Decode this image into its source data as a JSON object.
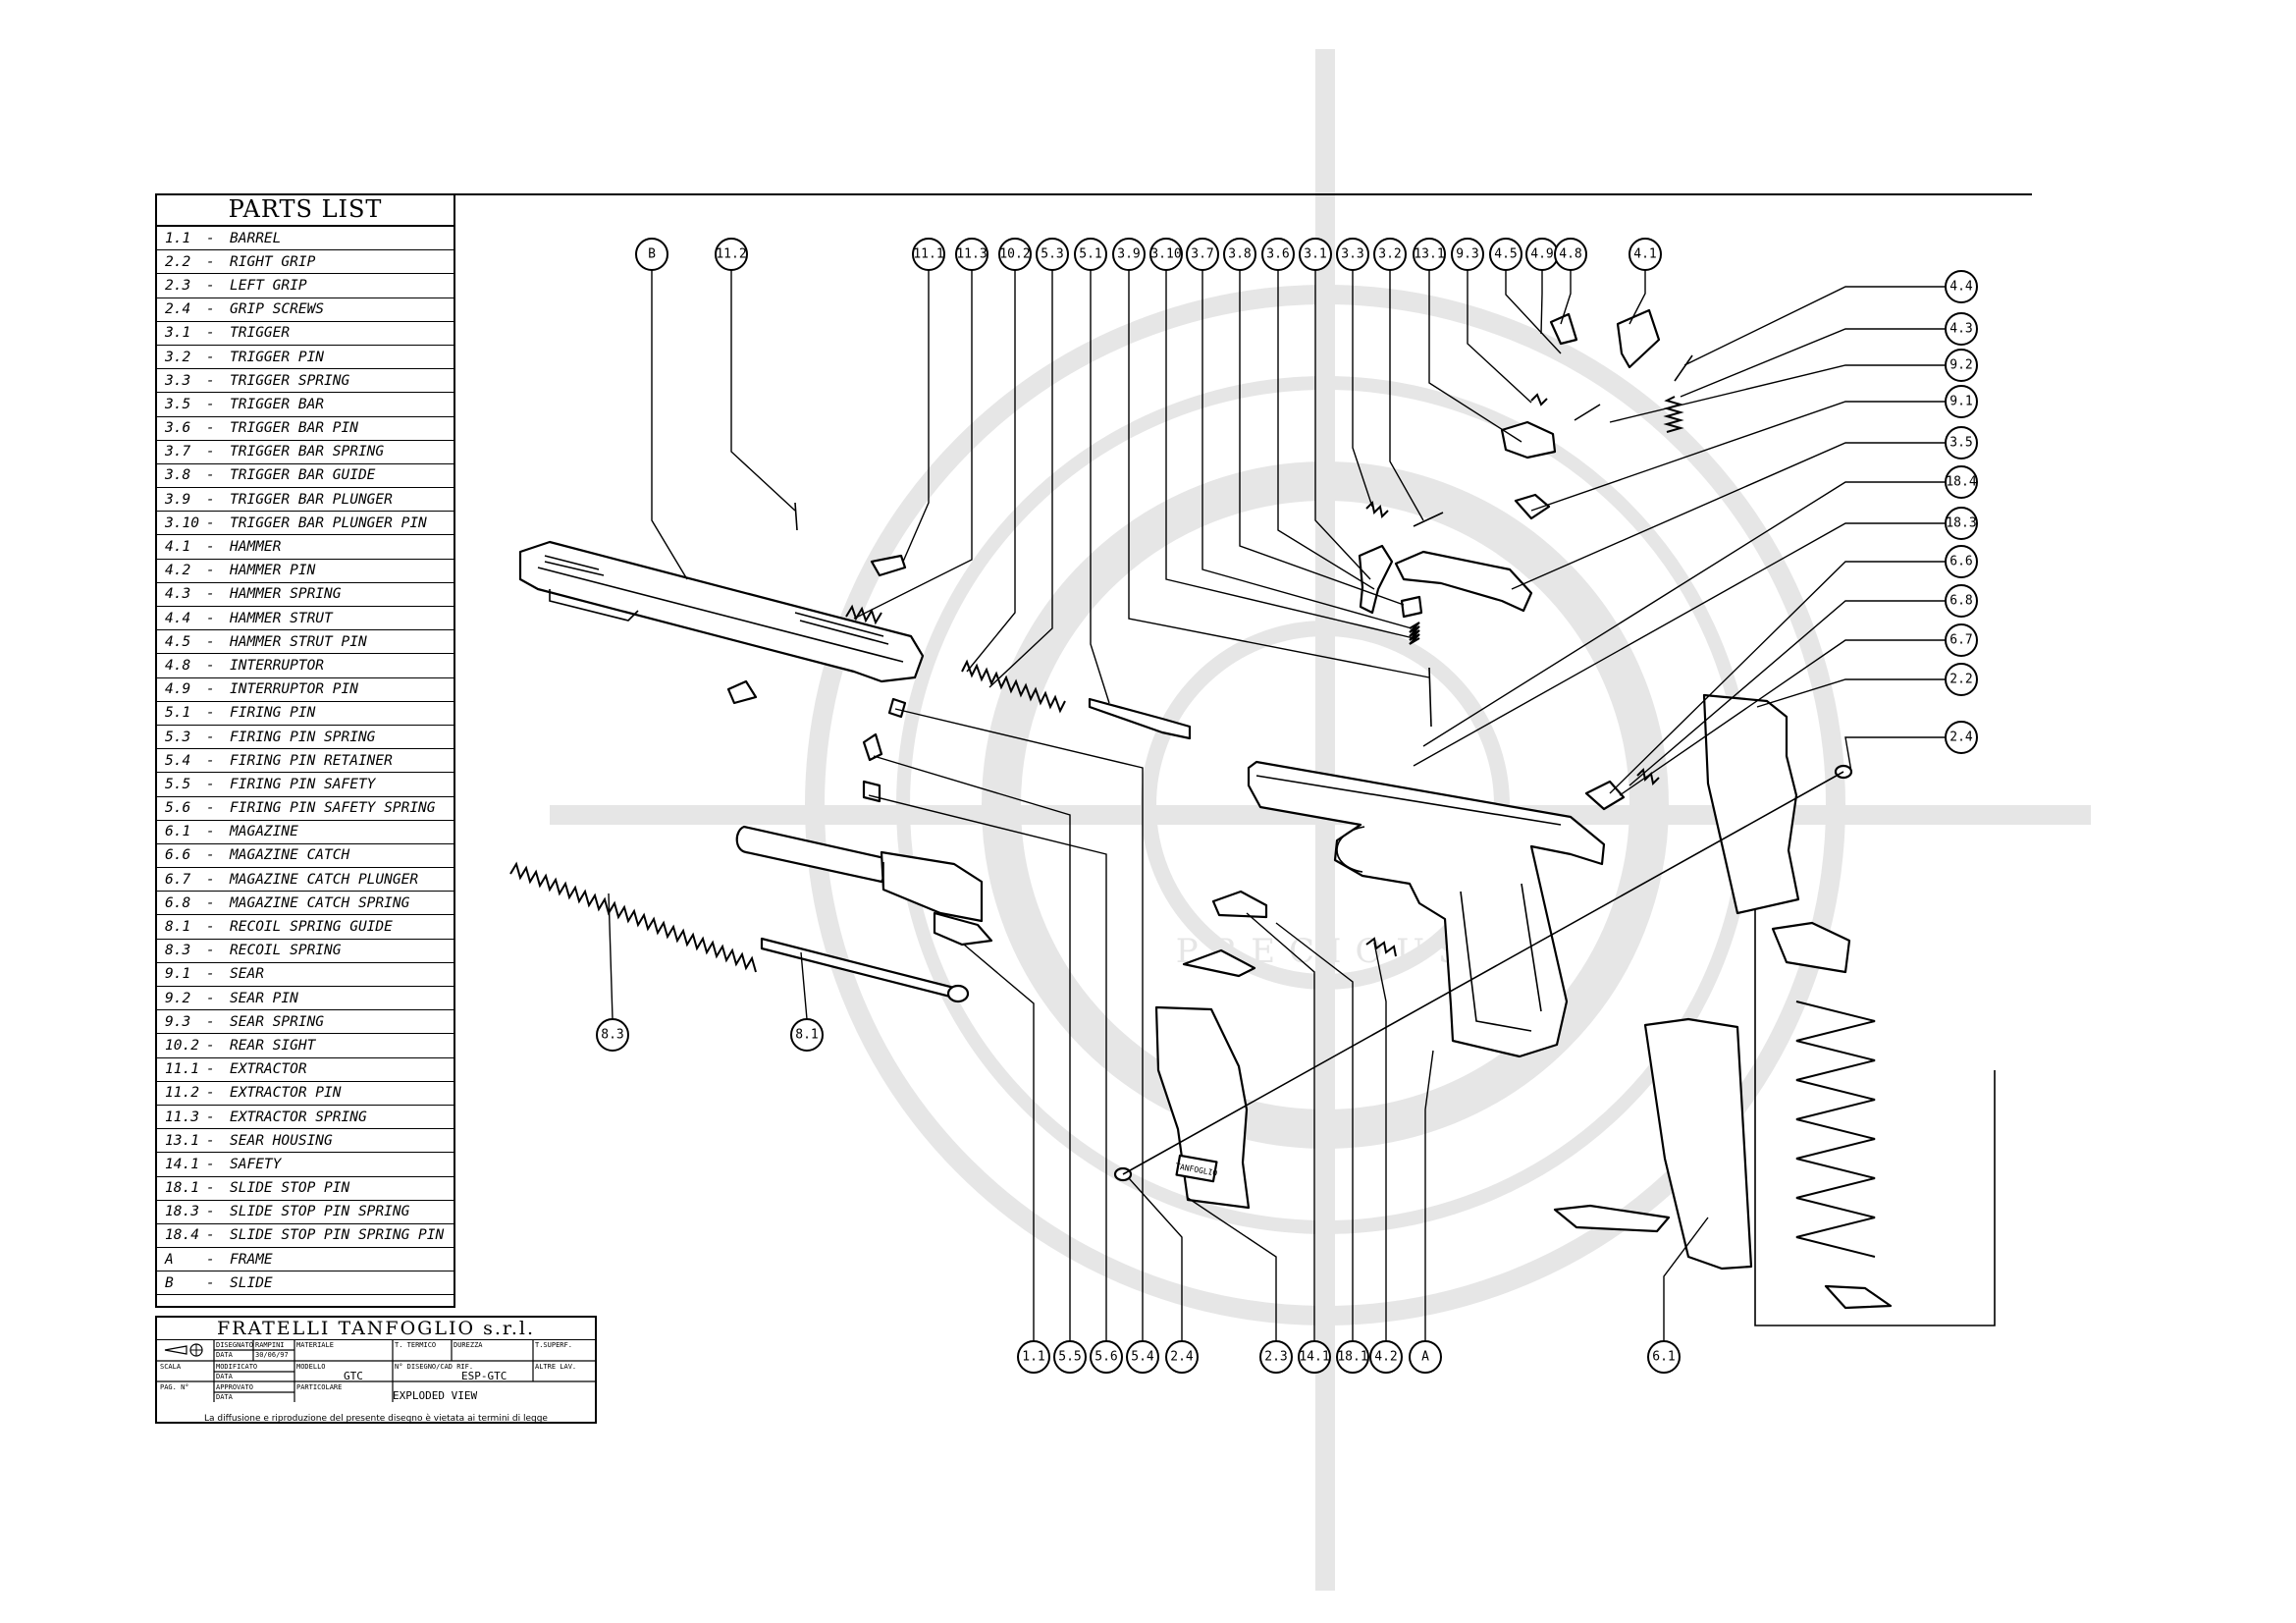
{
  "parts_list": {
    "title": "PARTS LIST",
    "items": [
      {
        "code": "1.1",
        "name": "BARREL"
      },
      {
        "code": "2.2",
        "name": "RIGHT GRIP"
      },
      {
        "code": "2.3",
        "name": "LEFT GRIP"
      },
      {
        "code": "2.4",
        "name": "GRIP SCREWS"
      },
      {
        "code": "3.1",
        "name": "TRIGGER"
      },
      {
        "code": "3.2",
        "name": "TRIGGER PIN"
      },
      {
        "code": "3.3",
        "name": "TRIGGER SPRING"
      },
      {
        "code": "3.5",
        "name": "TRIGGER BAR"
      },
      {
        "code": "3.6",
        "name": "TRIGGER BAR PIN"
      },
      {
        "code": "3.7",
        "name": "TRIGGER BAR SPRING"
      },
      {
        "code": "3.8",
        "name": "TRIGGER BAR GUIDE"
      },
      {
        "code": "3.9",
        "name": "TRIGGER BAR PLUNGER"
      },
      {
        "code": "3.10",
        "name": "TRIGGER BAR PLUNGER PIN"
      },
      {
        "code": "4.1",
        "name": "HAMMER"
      },
      {
        "code": "4.2",
        "name": "HAMMER PIN"
      },
      {
        "code": "4.3",
        "name": "HAMMER SPRING"
      },
      {
        "code": "4.4",
        "name": "HAMMER STRUT"
      },
      {
        "code": "4.5",
        "name": "HAMMER STRUT PIN"
      },
      {
        "code": "4.8",
        "name": "INTERRUPTOR"
      },
      {
        "code": "4.9",
        "name": "INTERRUPTOR PIN"
      },
      {
        "code": "5.1",
        "name": "FIRING PIN"
      },
      {
        "code": "5.3",
        "name": "FIRING PIN SPRING"
      },
      {
        "code": "5.4",
        "name": "FIRING PIN RETAINER"
      },
      {
        "code": "5.5",
        "name": "FIRING PIN SAFETY"
      },
      {
        "code": "5.6",
        "name": "FIRING PIN SAFETY SPRING"
      },
      {
        "code": "6.1",
        "name": "MAGAZINE"
      },
      {
        "code": "6.6",
        "name": "MAGAZINE CATCH"
      },
      {
        "code": "6.7",
        "name": "MAGAZINE CATCH PLUNGER"
      },
      {
        "code": "6.8",
        "name": "MAGAZINE CATCH SPRING"
      },
      {
        "code": "8.1",
        "name": "RECOIL SPRING GUIDE"
      },
      {
        "code": "8.3",
        "name": "RECOIL SPRING"
      },
      {
        "code": "9.1",
        "name": "SEAR"
      },
      {
        "code": "9.2",
        "name": "SEAR PIN"
      },
      {
        "code": "9.3",
        "name": "SEAR SPRING"
      },
      {
        "code": "10.2",
        "name": "REAR SIGHT"
      },
      {
        "code": "11.1",
        "name": "EXTRACTOR"
      },
      {
        "code": "11.2",
        "name": "EXTRACTOR PIN"
      },
      {
        "code": "11.3",
        "name": "EXTRACTOR SPRING"
      },
      {
        "code": "13.1",
        "name": "SEAR HOUSING"
      },
      {
        "code": "14.1",
        "name": "SAFETY"
      },
      {
        "code": "18.1",
        "name": "SLIDE STOP PIN"
      },
      {
        "code": "18.3",
        "name": "SLIDE STOP PIN SPRING"
      },
      {
        "code": "18.4",
        "name": "SLIDE STOP PIN SPRING PIN"
      },
      {
        "code": "A",
        "name": "FRAME"
      },
      {
        "code": "B",
        "name": "SLIDE"
      }
    ]
  },
  "title_block": {
    "company": "FRATELLI TANFOGLIO s.r.l.",
    "disegnato_label": "DISEGNATO",
    "disegnato_value": "RAMPINI",
    "data_label": "DATA",
    "data_value": "30/06/97",
    "materiale_label": "MATERIALE",
    "trattamento_label": "T. TERMICO",
    "durezza_label": "DUREZZA",
    "superficie_label": "T.SUPERF.",
    "scala_label": "SCALA",
    "modificato_label": "MODIFICATO",
    "data2_label": "DATA",
    "modello_label": "MODELLO",
    "modello_value": "GTC",
    "numero_label": "N° DISEGNO/CAD RIF.",
    "numero_value": "ESP-GTC",
    "altre_label": "ALTRE LAV.",
    "pag_label": "PAG. N°",
    "approvato_label": "APPROVATO",
    "data3_label": "DATA",
    "particolare_label": "PARTICOLARE",
    "particolare_value": "EXPLODED VIEW",
    "footer": "La diffusione e riproduzione del presente disegno è vietata ai termini di legge"
  },
  "watermark": {
    "text": "PRECIOUS"
  },
  "callouts": {
    "top": [
      "B",
      "11.2",
      "11.1",
      "11.3",
      "10.2",
      "5.3",
      "5.1",
      "3.9",
      "3.10",
      "3.7",
      "3.8",
      "3.6",
      "3.1",
      "3.3",
      "3.2",
      "13.1",
      "9.3",
      "4.5",
      "4.9",
      "4.8",
      "4.1"
    ],
    "right": [
      "4.4",
      "4.3",
      "9.2",
      "9.1",
      "3.5",
      "18.4",
      "18.3",
      "6.6",
      "6.8",
      "6.7",
      "2.2",
      "2.4"
    ],
    "bottom": [
      "1.1",
      "5.5",
      "5.6",
      "5.4",
      "2.4",
      "2.3",
      "14.1",
      "18.1",
      "4.2",
      "A",
      "6.1"
    ],
    "left": [
      "8.3",
      "8.1"
    ]
  },
  "grip_marking": "TANFOGLIO"
}
